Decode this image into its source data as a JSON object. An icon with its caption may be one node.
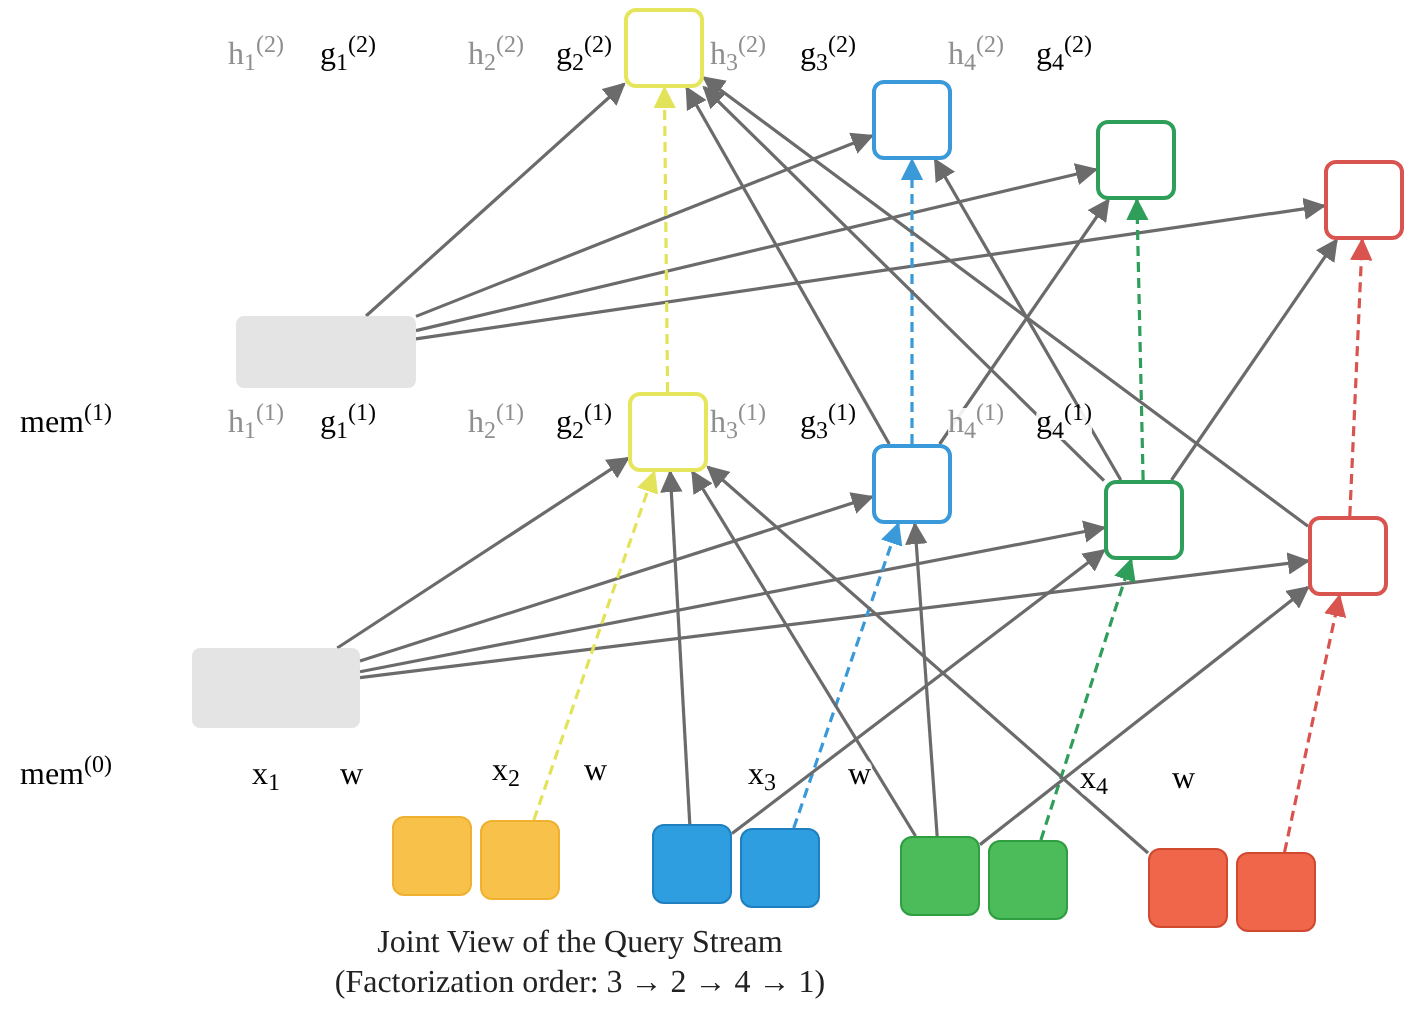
{
  "diagram": {
    "caption": "Joint View of the Query Stream (Factorization order: 3 → 2 → 4 → 1)",
    "nodes": [
      {
        "text": [],
        "shape": "box"
      },
      {
        "text": [],
        "shape": "box"
      },
      {
        "text": [],
        "shape": "box"
      },
      {
        "text": [],
        "shape": "box"
      },
      {
        "text": [],
        "shape": "box"
      },
      {
        "text": [],
        "shape": "box"
      },
      {
        "text": [],
        "shape": "box"
      },
      {
        "text": [],
        "shape": "box"
      },
      {
        "text": [],
        "shape": "box"
      },
      {
        "text": [],
        "shape": "box"
      },
      {
        "text": [],
        "shape": "box"
      },
      {
        "text": [],
        "shape": "box"
      },
      {
        "text": [],
        "shape": "box"
      },
      {
        "text": [],
        "shape": "box"
      },
      {
        "text": [],
        "shape": "box"
      },
      {
        "text": [],
        "shape": "box"
      },
      {
        "text": [],
        "shape": "box"
      },
      {
        "text": [],
        "shape": "box"
      }
    ],
    "edges": [
      {
        "from": 4,
        "to": 0,
        "arrow": "to"
      },
      {
        "from": 4,
        "to": 1,
        "arrow": "to"
      },
      {
        "from": 4,
        "to": 2,
        "arrow": "to"
      },
      {
        "from": 4,
        "to": 3,
        "arrow": "to"
      },
      {
        "from": 5,
        "to": 0,
        "arrow": "to",
        "style": "dashed",
        "color": "#e3e35a"
      },
      {
        "from": 6,
        "to": 1,
        "arrow": "to",
        "style": "dashed",
        "color": "#3a9ad9"
      },
      {
        "from": 7,
        "to": 2,
        "arrow": "to",
        "style": "dashed",
        "color": "#2e9e5a"
      },
      {
        "from": 8,
        "to": 3,
        "arrow": "to",
        "style": "dashed",
        "color": "#d9534f"
      },
      {
        "from": 6,
        "to": 0,
        "arrow": "to"
      },
      {
        "from": 7,
        "to": 0,
        "arrow": "to"
      },
      {
        "from": 8,
        "to": 0,
        "arrow": "to"
      },
      {
        "from": 7,
        "to": 1,
        "arrow": "to"
      },
      {
        "from": 6,
        "to": 2,
        "arrow": "to"
      },
      {
        "from": 7,
        "to": 3,
        "arrow": "to"
      },
      {
        "from": 9,
        "to": 5,
        "arrow": "to"
      },
      {
        "from": 9,
        "to": 6,
        "arrow": "to"
      },
      {
        "from": 9,
        "to": 7,
        "arrow": "to"
      },
      {
        "from": 9,
        "to": 8,
        "arrow": "to"
      },
      {
        "from": 11,
        "to": 5,
        "arrow": "to",
        "style": "dashed",
        "color": "#e3e35a"
      },
      {
        "from": 13,
        "to": 6,
        "arrow": "to",
        "style": "dashed",
        "color": "#3a9ad9"
      },
      {
        "from": 15,
        "to": 7,
        "arrow": "to",
        "style": "dashed",
        "color": "#2e9e5a"
      },
      {
        "from": 17,
        "to": 8,
        "arrow": "to",
        "style": "dashed",
        "color": "#d9534f"
      },
      {
        "from": 12,
        "to": 5,
        "arrow": "to"
      },
      {
        "from": 14,
        "to": 5,
        "arrow": "to"
      },
      {
        "from": 16,
        "to": 5,
        "arrow": "to"
      },
      {
        "from": 14,
        "to": 6,
        "arrow": "to"
      },
      {
        "from": 12,
        "to": 7,
        "arrow": "to"
      },
      {
        "from": 14,
        "to": 8,
        "arrow": "to"
      }
    ],
    "labels": [
      "h$_{1}$$^{(2)}$",
      "g$_{1}$$^{(2)}$",
      "h$_{2}$$^{(2)}$",
      "g$_{2}$$^{(2)}$",
      "h$_{3}$$^{(2)}$",
      "g$_{3}$$^{(2)}$",
      "h$_{4}$$^{(2)}$",
      "g$_{4}$$^{(2)}$",
      "mem$^{(1)}$",
      "h$_{1}$$^{(1)}$",
      "g$_{1}$$^{(1)}$",
      "h$_{2}$$^{(1)}$",
      "g$_{2}$$^{(1)}$",
      "h$_{3}$$^{(1)}$",
      "g$_{3}$$^{(1)}$",
      "h$_{4}$$^{(1)}$",
      "g$_{4}$$^{(1)}$",
      "mem$^{(0)}$",
      "x$_{1}$",
      "w",
      "x$_{2}$",
      "w",
      "x$_{3}$",
      "w",
      "x$_{4}$",
      "w"
    ]
  }
}
